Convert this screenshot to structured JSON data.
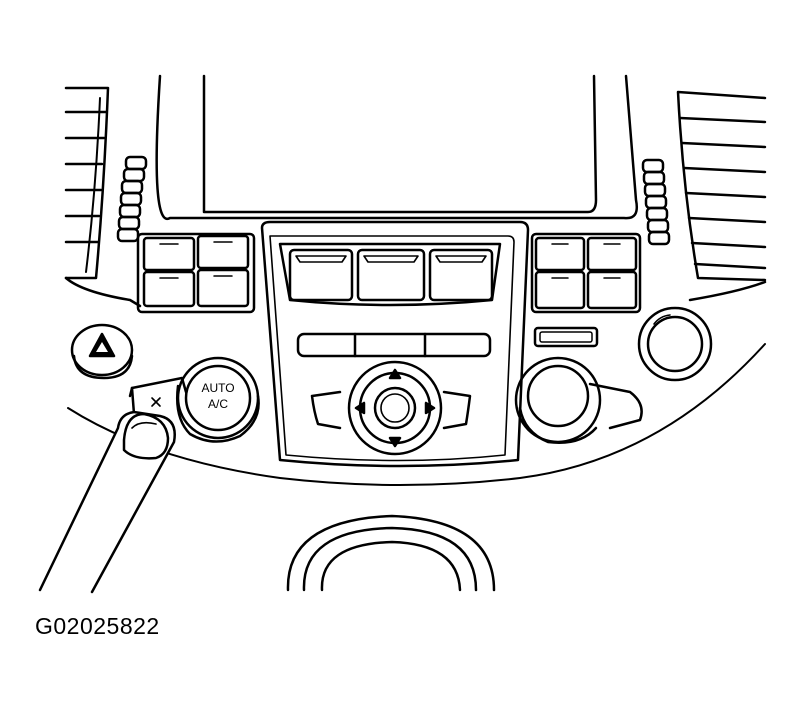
{
  "figure_id": "G02025822",
  "auto_ac_button": {
    "line1": "AUTO",
    "line2": "A/C"
  },
  "colors": {
    "line": "#000000",
    "background": "#ffffff"
  },
  "icons": [
    "hazard-warning-icon",
    "arrow-up-icon",
    "arrow-down-icon",
    "arrow-left-icon",
    "arrow-right-icon",
    "fan-icon"
  ]
}
